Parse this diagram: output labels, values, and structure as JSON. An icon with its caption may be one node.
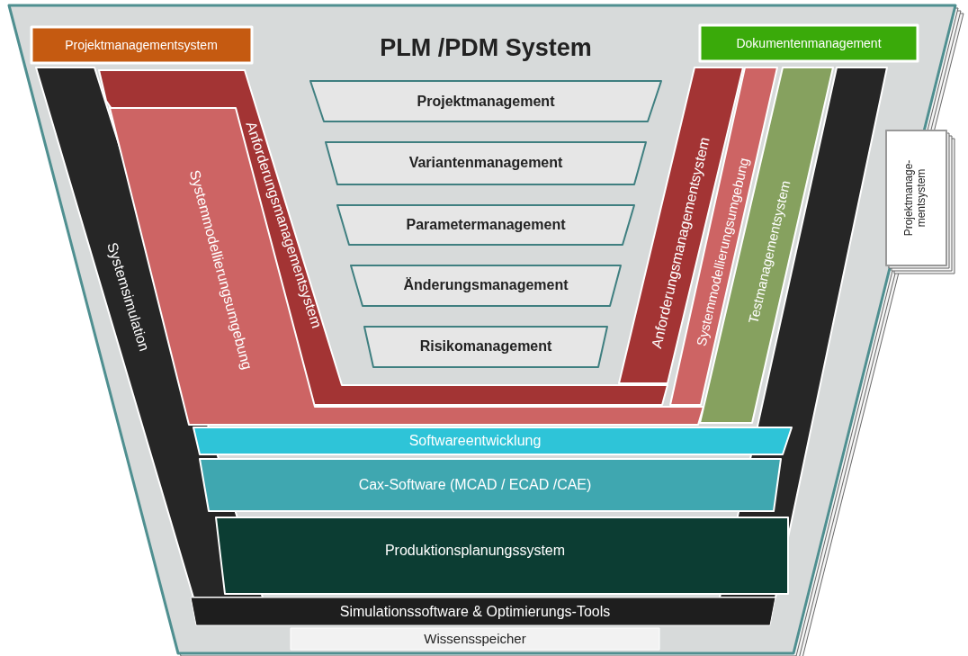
{
  "diagram": {
    "nodes": [
      {
        "text": [
          "PLM /PDM System"
        ]
      },
      {
        "text": [
          "Projektmanagementsystem"
        ],
        "in": 0
      },
      {
        "text": [
          "Dokumentenmanagement"
        ],
        "in": 0
      },
      {
        "text": [
          "Projektmanagement"
        ],
        "in": 0
      },
      {
        "text": [
          "Variantenmanagement"
        ],
        "in": 0
      },
      {
        "text": [
          "Parametermanagement"
        ],
        "in": 0
      },
      {
        "text": [
          "Änderungsmanagement"
        ],
        "in": 0
      },
      {
        "text": [
          "Risikomanagement"
        ],
        "in": 0
      },
      {
        "text": [
          "Systemsimulation"
        ],
        "in": 0
      },
      {
        "text": [
          "Anforderungsmanagementsystem"
        ],
        "in": 0
      },
      {
        "text": [
          "Systemmodellierungsumgebung"
        ],
        "in": 0
      },
      {
        "text": [
          "Anforderungsmanagementsystem"
        ],
        "in": 0
      },
      {
        "text": [
          "Systemmodellierungsumgebung"
        ],
        "in": 0
      },
      {
        "text": [
          "Testmanagementsystem"
        ],
        "in": 0
      },
      {
        "text": [],
        "shape": "bar",
        "in": 0
      },
      {
        "text": [
          "Projektmanage- mentsystem"
        ]
      },
      {
        "text": [
          "Softwareentwicklung"
        ],
        "in": 0
      },
      {
        "text": [
          "Cax-Software (MCAD / ECAD /CAE)"
        ],
        "in": 0
      },
      {
        "text": [
          "Produktionsplanungssystem"
        ],
        "in": 0
      },
      {
        "text": [
          "Simulationssoftware & Optimierungs-Tools"
        ],
        "in": 0
      },
      {
        "text": [
          "Wissensspeicher"
        ],
        "in": 0
      }
    ]
  }
}
